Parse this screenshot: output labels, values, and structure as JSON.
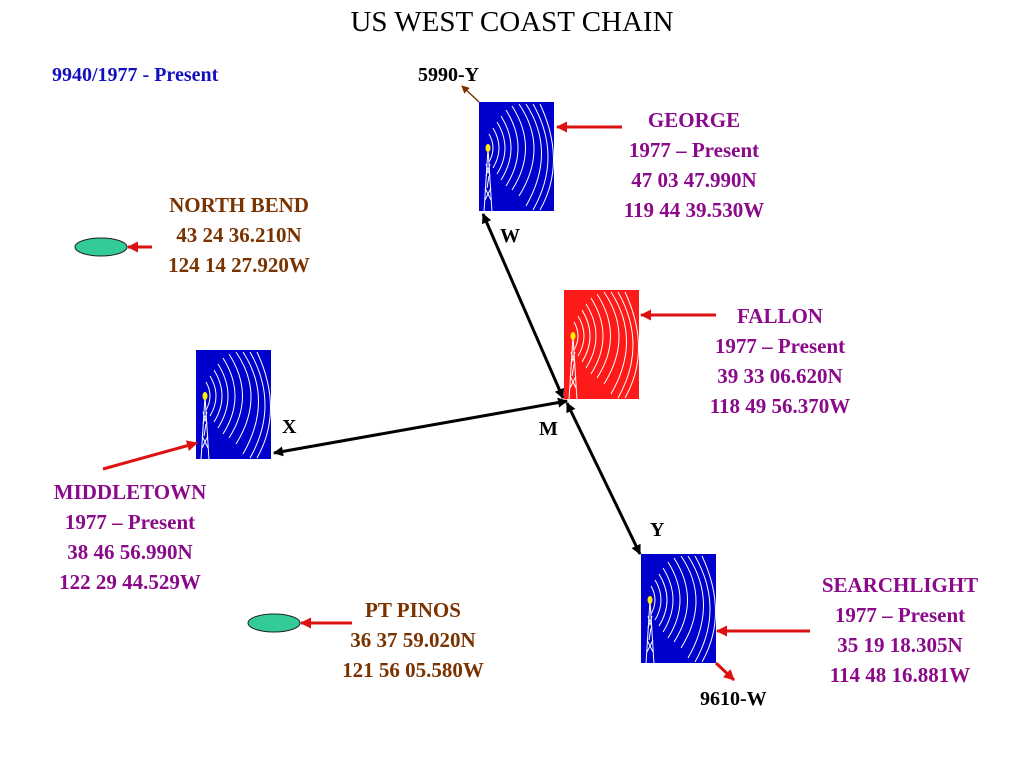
{
  "title": "US WEST COAST CHAIN",
  "period": "9940/1977 - Present",
  "rates": {
    "george": "5990-Y",
    "searchlight": "9610-W"
  },
  "codes": {
    "w": "W",
    "x": "X",
    "m": "M",
    "y": "Y"
  },
  "stations": {
    "george": {
      "name": "GEORGE",
      "years": "1977 – Present",
      "lat": "47 03 47.990N",
      "lon": "119 44 39.530W"
    },
    "fallon": {
      "name": "FALLON",
      "years": "1977 – Present",
      "lat": "39 33 06.620N",
      "lon": "118 49 56.370W"
    },
    "middletown": {
      "name": "MIDDLETOWN",
      "years": "1977 – Present",
      "lat": "38 46 56.990N",
      "lon": "122 29 44.529W"
    },
    "searchlight": {
      "name": "SEARCHLIGHT",
      "years": "1977 – Present",
      "lat": "35 19 18.305N",
      "lon": "114 48 16.881W"
    }
  },
  "monitors": {
    "north_bend": {
      "name": "NORTH BEND",
      "lat": "43 24 36.210N",
      "lon": "124 14 27.920W"
    },
    "pt_pinos": {
      "name": "PT PINOS",
      "lat": "36 37 59.020N",
      "lon": "121 56 05.580W"
    }
  },
  "colors": {
    "secondary_station": "#0000cc",
    "master_station": "#ff1a1a",
    "monitor_site": "#33cc99",
    "pointer": "#dd1111",
    "station_text": "#8a0a8a",
    "monitor_text": "#7a3200",
    "period_text": "#1010c0"
  },
  "icons": {
    "station": "transmitter-tower-icon",
    "monitor": "monitor-site-ellipse-icon"
  }
}
